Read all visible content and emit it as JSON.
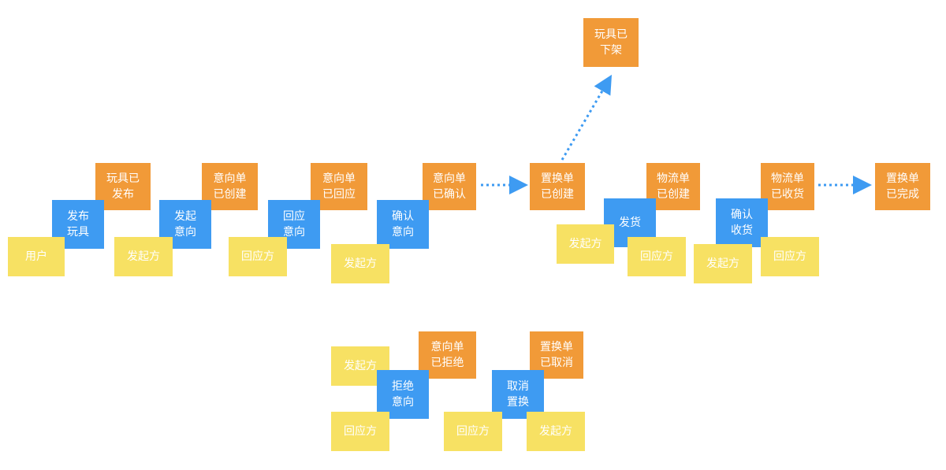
{
  "colors": {
    "event": "#f19a38",
    "command": "#3e9bf2",
    "actor": "#f7e163",
    "arrow": "#3e9bf2"
  },
  "notes": {
    "evt_toy_published": "玩具已\n发布",
    "cmd_publish_toy": "发布\n玩具",
    "actor_user": "用户",
    "evt_intent_created": "意向单\n已创建",
    "cmd_initiate_intent": "发起\n意向",
    "actor_initiator_1": "发起方",
    "evt_intent_responded": "意向单\n已回应",
    "cmd_respond_intent": "回应\n意向",
    "actor_responder_1": "回应方",
    "evt_intent_confirmed": "意向单\n已确认",
    "cmd_confirm_intent": "确认\n意向",
    "actor_initiator_2": "发起方",
    "evt_swap_created": "置换单\n已创建",
    "evt_toy_removed": "玩具已\n下架",
    "evt_logistics_created": "物流单\n已创建",
    "cmd_ship": "发货",
    "actor_initiator_3": "发起方",
    "actor_responder_2": "回应方",
    "evt_logistics_received": "物流单\n已收货",
    "cmd_confirm_receipt": "确认\n收货",
    "actor_initiator_4": "发起方",
    "actor_responder_3": "回应方",
    "evt_swap_completed": "置换单\n已完成",
    "actor_initiator_5": "发起方",
    "evt_intent_rejected": "意向单\n已拒绝",
    "cmd_reject_intent": "拒绝\n意向",
    "actor_responder_4": "回应方",
    "evt_swap_cancelled": "置换单\n已取消",
    "cmd_cancel_swap": "取消\n置换",
    "actor_responder_5": "回应方",
    "actor_initiator_6": "发起方"
  }
}
